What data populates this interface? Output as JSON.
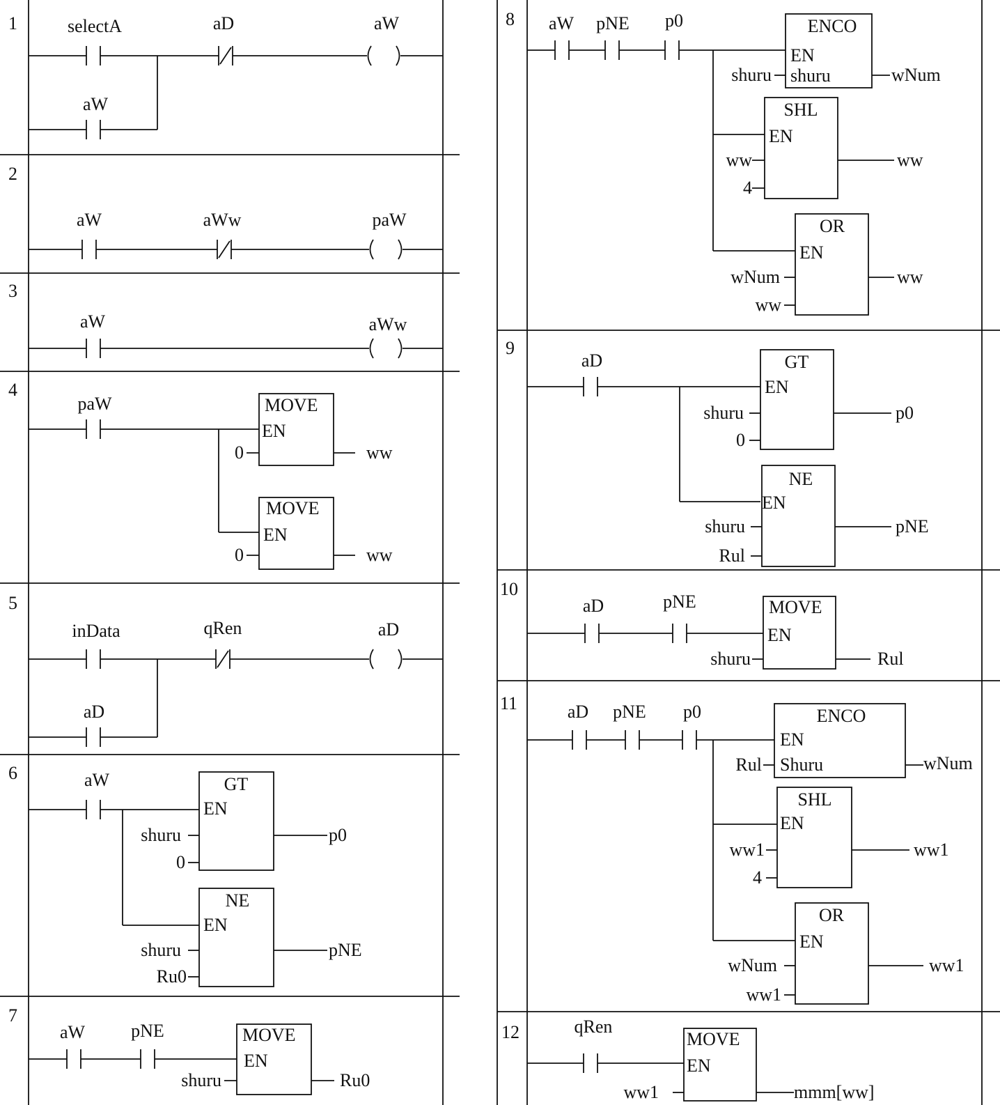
{
  "diagram": {
    "type": "ladder-logic",
    "networks": [
      {
        "number": "1",
        "contacts": {
          "selectA": "selectA",
          "aD": "aD",
          "aW": "aW"
        },
        "coil": "aW"
      },
      {
        "number": "2",
        "contacts": {
          "aW": "aW",
          "aWw": "aWw"
        },
        "coil": "paW"
      },
      {
        "number": "3",
        "contacts": {
          "aW": "aW"
        },
        "coil": "aWw"
      },
      {
        "number": "4",
        "contacts": {
          "paW": "paW"
        },
        "blocks": [
          {
            "title": "MOVE",
            "en": "EN",
            "in1": "0",
            "out": "ww"
          },
          {
            "title": "MOVE",
            "en": "EN",
            "in1": "0",
            "out": "ww"
          }
        ]
      },
      {
        "number": "5",
        "contacts": {
          "inData": "inData",
          "qRen": "qRen",
          "aD": "aD"
        },
        "coil": "aD"
      },
      {
        "number": "6",
        "contacts": {
          "aW": "aW"
        },
        "blocks": [
          {
            "title": "GT",
            "en": "EN",
            "in1": "shuru",
            "in2": "0",
            "out": "p0"
          },
          {
            "title": "NE",
            "en": "EN",
            "in1": "shuru",
            "in2": "Ru0",
            "out": "pNE"
          }
        ]
      },
      {
        "number": "7",
        "contacts": {
          "aW": "aW",
          "pNE": "pNE"
        },
        "blocks": [
          {
            "title": "MOVE",
            "en": "EN",
            "in1": "shuru",
            "out": "Ru0"
          }
        ]
      },
      {
        "number": "8",
        "contacts": {
          "aW": "aW",
          "pNE": "pNE",
          "p0": "p0"
        },
        "blocks": [
          {
            "title": "ENCO",
            "en": "EN",
            "inpin": "shuru",
            "in1": "shuru",
            "out": "wNum"
          },
          {
            "title": "SHL",
            "en": "EN",
            "in1": "ww",
            "in2": "4",
            "out": "ww"
          },
          {
            "title": "OR",
            "en": "EN",
            "in1": "wNum",
            "in2": "ww",
            "out": "ww"
          }
        ]
      },
      {
        "number": "9",
        "contacts": {
          "aD": "aD"
        },
        "blocks": [
          {
            "title": "GT",
            "en": "EN",
            "in1": "shuru",
            "in2": "0",
            "out": "p0"
          },
          {
            "title": "NE",
            "en": "EN",
            "in1": "shuru",
            "in2": "Rul",
            "out": "pNE"
          }
        ]
      },
      {
        "number": "10",
        "contacts": {
          "aD": "aD",
          "pNE": "pNE"
        },
        "blocks": [
          {
            "title": "MOVE",
            "en": "EN",
            "in1": "shuru",
            "out": "Rul"
          }
        ]
      },
      {
        "number": "11",
        "contacts": {
          "aD": "aD",
          "pNE": "pNE",
          "p0": "p0"
        },
        "blocks": [
          {
            "title": "ENCO",
            "en": "EN",
            "inpin": "Shuru",
            "in1": "Rul",
            "out": "wNum"
          },
          {
            "title": "SHL",
            "en": "EN",
            "in1": "ww1",
            "in2": "4",
            "out": "ww1"
          },
          {
            "title": "OR",
            "en": "EN",
            "in1": "wNum",
            "in2": "ww1",
            "out": "ww1"
          }
        ]
      },
      {
        "number": "12",
        "contacts": {
          "qRen": "qRen"
        },
        "blocks": [
          {
            "title": "MOVE",
            "en": "EN",
            "in1": "ww1",
            "out": "mmm[ww]"
          }
        ]
      }
    ]
  }
}
